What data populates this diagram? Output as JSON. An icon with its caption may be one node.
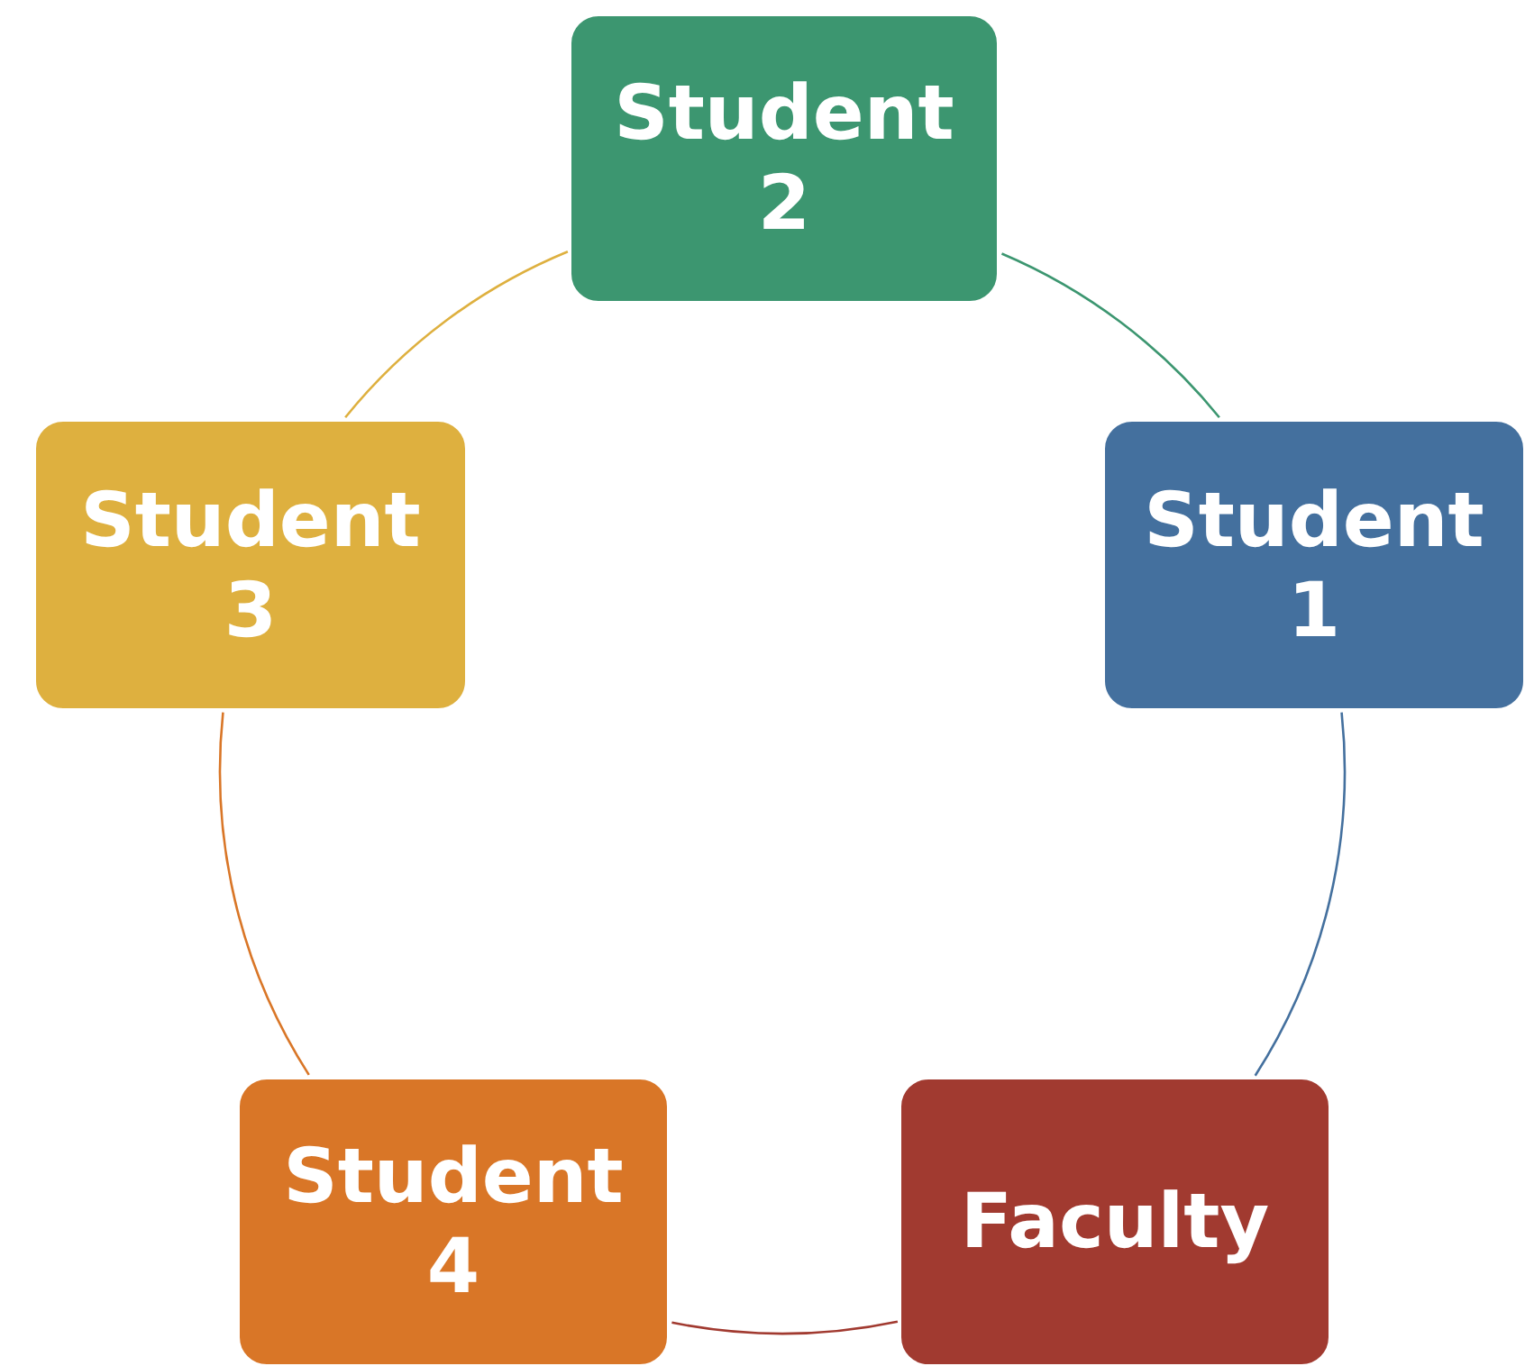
{
  "diagram": {
    "nodes": [
      {
        "text": [
          "Student 2"
        ]
      },
      {
        "text": [
          "Student 1"
        ]
      },
      {
        "text": [
          "Faculty"
        ]
      },
      {
        "text": [
          "Student 4"
        ]
      },
      {
        "text": [
          "Student 3"
        ]
      }
    ],
    "edges": [
      {
        "from": 0,
        "to": 1,
        "arrow": "none",
        "color": "#3c9670"
      },
      {
        "from": 1,
        "to": 2,
        "arrow": "none",
        "color": "#44709e"
      },
      {
        "from": 2,
        "to": 3,
        "arrow": "none",
        "color": "#a13a30"
      },
      {
        "from": 3,
        "to": 4,
        "arrow": "none",
        "color": "#d97627"
      },
      {
        "from": 4,
        "to": 0,
        "arrow": "none",
        "color": "#deb03f"
      }
    ]
  }
}
